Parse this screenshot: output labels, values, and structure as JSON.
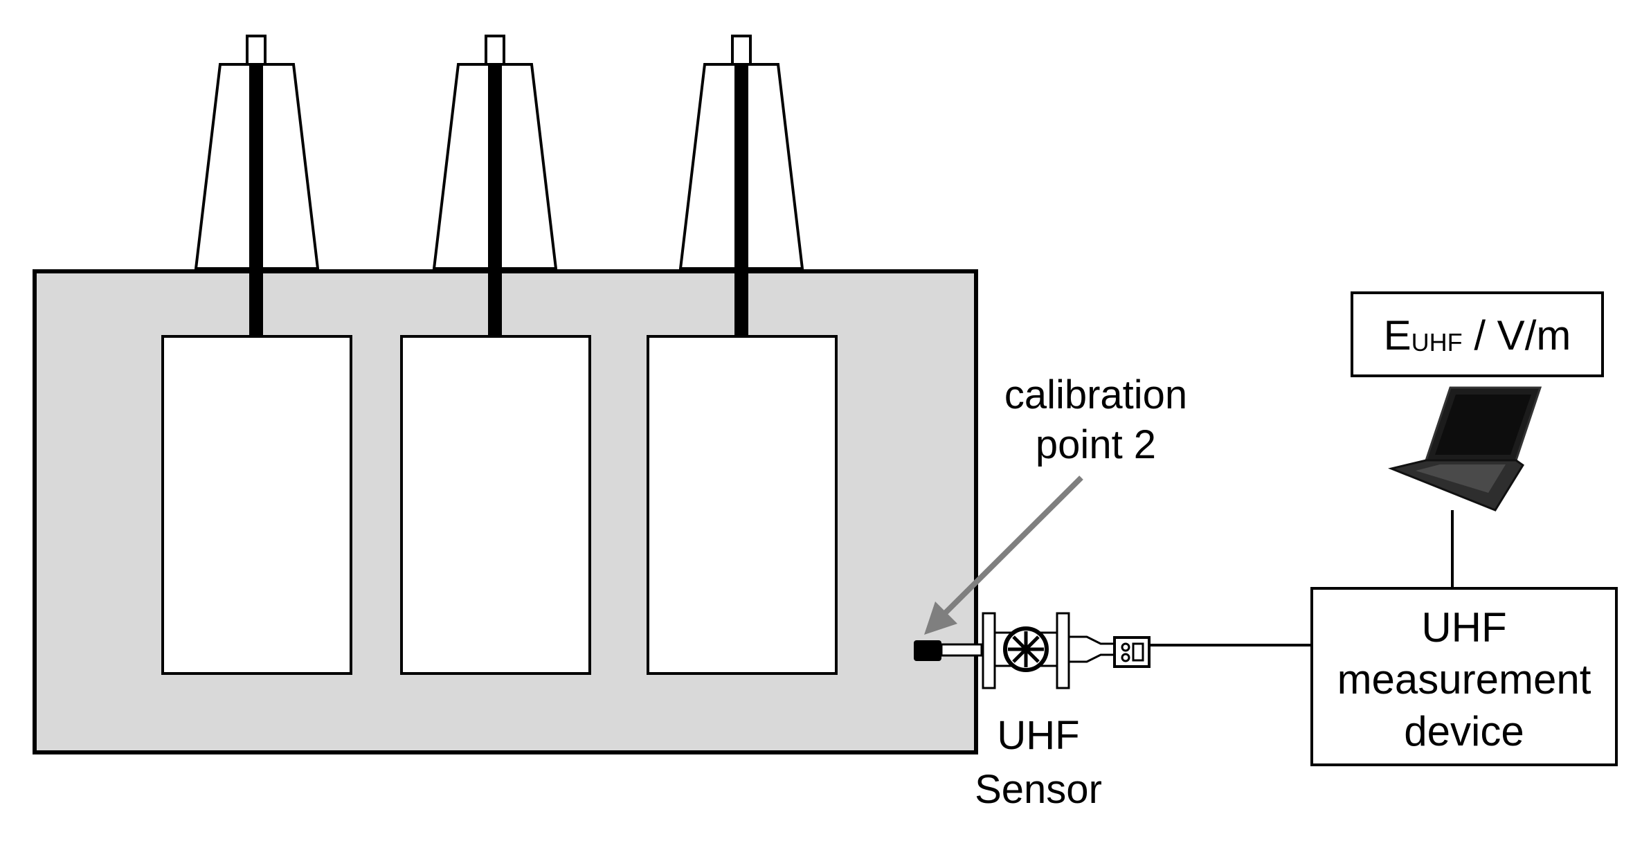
{
  "calibration_label": {
    "line1": "calibration",
    "line2": "point 2"
  },
  "sensor_label": {
    "line1": "UHF",
    "line2": "Sensor"
  },
  "device_label": {
    "line1": "UHF",
    "line2": "measurement",
    "line3": "device"
  },
  "display_label": {
    "main": "E",
    "sub": "UHF",
    "unit": " / V/m"
  },
  "colors": {
    "tank_fill": "#d9d9d9",
    "outline": "#000000",
    "arrow": "#7f7f7f",
    "background": "#ffffff"
  }
}
